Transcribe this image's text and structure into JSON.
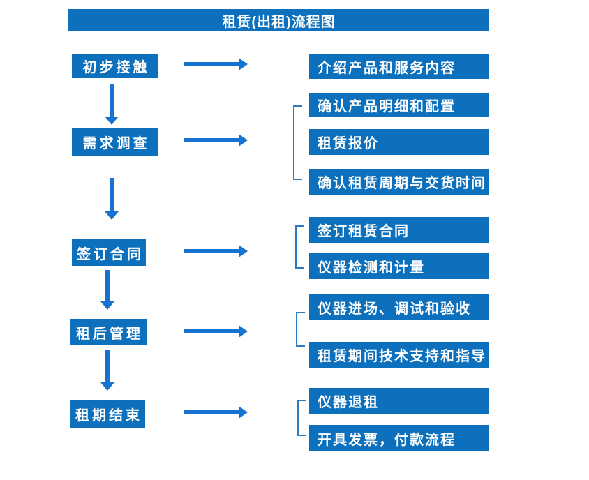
{
  "title": "租赁(出租)流程图",
  "colors": {
    "primary": "#0d70bd",
    "arrow": "#1673d2",
    "bracket": "#2e7bc0",
    "text": "#ffffff",
    "background": "#ffffff"
  },
  "steps": [
    {
      "label": "初步接触",
      "details": [
        "介绍产品和服务内容"
      ]
    },
    {
      "label": "需求调查",
      "details": [
        "确认产品明细和配置",
        "租赁报价",
        "确认租赁周期与交货时间"
      ]
    },
    {
      "label": "签订合同",
      "details": [
        "签订租赁合同",
        "仪器检测和计量"
      ]
    },
    {
      "label": "租后管理",
      "details": [
        "仪器进场、调试和验收",
        "租赁期间技术支持和指导"
      ]
    },
    {
      "label": "租期结束",
      "details": [
        "仪器退租",
        "开具发票，付款流程"
      ]
    }
  ]
}
